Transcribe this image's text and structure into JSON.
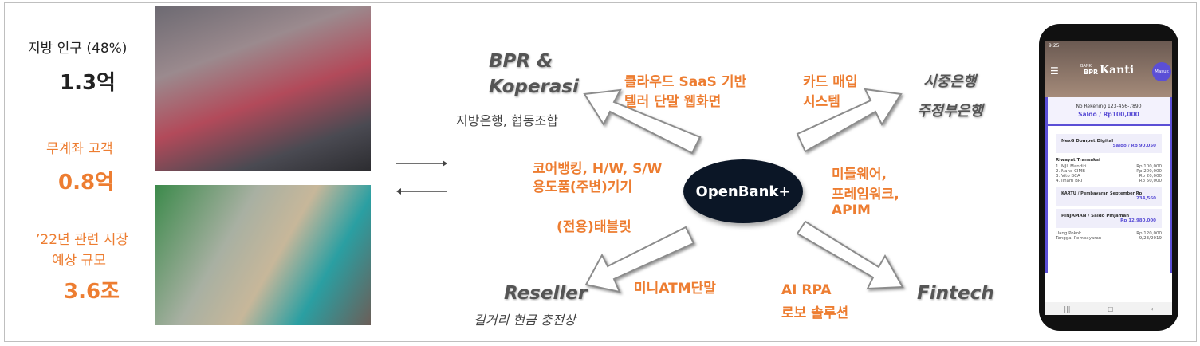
{
  "left_stats": [
    {
      "label": "지방 인구 (48%)",
      "value": "1.3억",
      "color": "#222222"
    },
    {
      "label": "무계좌 고객",
      "value": "0.8억",
      "color": "#ed7d31"
    },
    {
      "label": "’22년 관련 시장\n예상 규모",
      "label1": "’22년 관련 시장",
      "label2": "예상 규모",
      "value": "3.6조",
      "color": "#ed7d31"
    }
  ],
  "center": {
    "logo": "OpenBank+"
  },
  "nodes": {
    "bpr": {
      "title1": "BPR &",
      "title2": "Koperasi",
      "sub": "지방은행, 협동조합"
    },
    "banks": {
      "line1": "시중은행",
      "line2": "주정부은행"
    },
    "reseller": {
      "title": "Reseller",
      "sub": "길거리 현금 충전상"
    },
    "fintech": {
      "title": "Fintech"
    }
  },
  "products": {
    "cloud": [
      "클라우드 SaaS 기반",
      "텔러 단말 웹화면"
    ],
    "card": [
      "카드 매입",
      "시스템"
    ],
    "core": [
      "코어뱅킹, H/W, S/W",
      "용도품(주변)기기"
    ],
    "middleware": [
      "미들웨어,",
      "프레임워크,",
      "APIM"
    ],
    "tablet": "(전용)태블릿",
    "atm": "미니ATM단말",
    "ai": [
      "AI RPA",
      "로보 솔루션"
    ]
  },
  "colors": {
    "accent": "#ed7d31",
    "app_purple": "#5b4fd6",
    "logo_bg": "#0b1626"
  },
  "phone": {
    "status_time": "9:25",
    "brand_small": "BANK",
    "brand": "BPR",
    "brand_name": "Kanti",
    "login": "Masuk",
    "account": "No Rekening 123-456-7890",
    "balance": "Saldo / Rp100,000",
    "wallet_title": "NexG Dompet Digital",
    "wallet_balance": "Saldo / Rp 90,050",
    "history_title": "Riwayat Transaksi",
    "history": [
      {
        "name": "1. MJL Mandiri",
        "amount": "Rp 100,000"
      },
      {
        "name": "2. Nano CIMB",
        "amount": "Rp 200,000"
      },
      {
        "name": "3. Vito BCA",
        "amount": "Rp 20,000"
      },
      {
        "name": "4. Ilham BRI",
        "amount": "Rp 50,000"
      }
    ],
    "card_title": "KARTU / Pembayaran September Rp",
    "card_amount": "234,560",
    "loan_title": "PINJAMAN / Saldo Pinjaman",
    "loan_amount": "Rp 12,980,000",
    "details": [
      {
        "name": "Uang Pokok",
        "amount": "Rp 120,000"
      },
      {
        "name": "Tanggal Pembayaran",
        "amount": "9/23/2019"
      }
    ]
  }
}
